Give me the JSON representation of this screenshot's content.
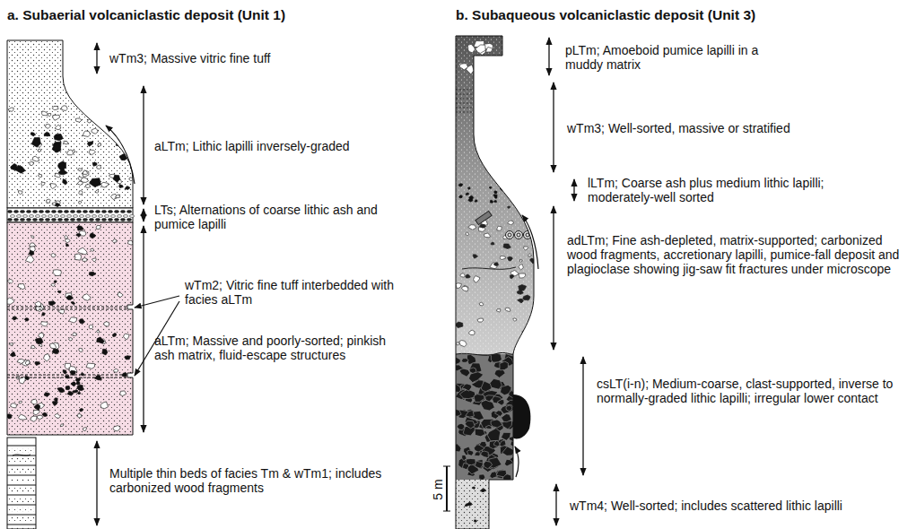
{
  "diagram": {
    "labels": [
      "a. Subaerial volcaniclastic deposit (Unit 1)",
      "b. Subaqueous volcaniclastic deposit (Unit 3)",
      "wTm3; Massive vitric fine tuff",
      "aLTm; Lithic lapilli inversely-graded",
      "LTs; Alternations of coarse lithic ash and pumice lapilli",
      "wTm2; Vitric fine tuff interbedded with facies aLTm",
      "aLTm; Massive and poorly-sorted; pinkish ash matrix, fluid-escape structures",
      "Multiple thin beds of facies Tm & wTm1; includes carbonized wood fragments",
      "pLTm; Amoeboid pumice lapilli in a muddy matrix",
      "wTm3; Well-sorted, massive or stratified",
      "lLTm; Coarse ash plus medium lithic lapilli; moderately-well sorted",
      "adLTm; Fine ash-depleted, matrix-supported; carbonized wood fragments, accretionary lapilli, pumice-fall deposit and plagioclase showing jig-saw fit fractures under microscope",
      "csLT(i-n); Medium-coarse, clast-supported, inverse to normally-graded lithic lapilli; irregular lower contact",
      "wTm4; Well-sorted; includes scattered lithic lapilli",
      "5 m"
    ]
  }
}
